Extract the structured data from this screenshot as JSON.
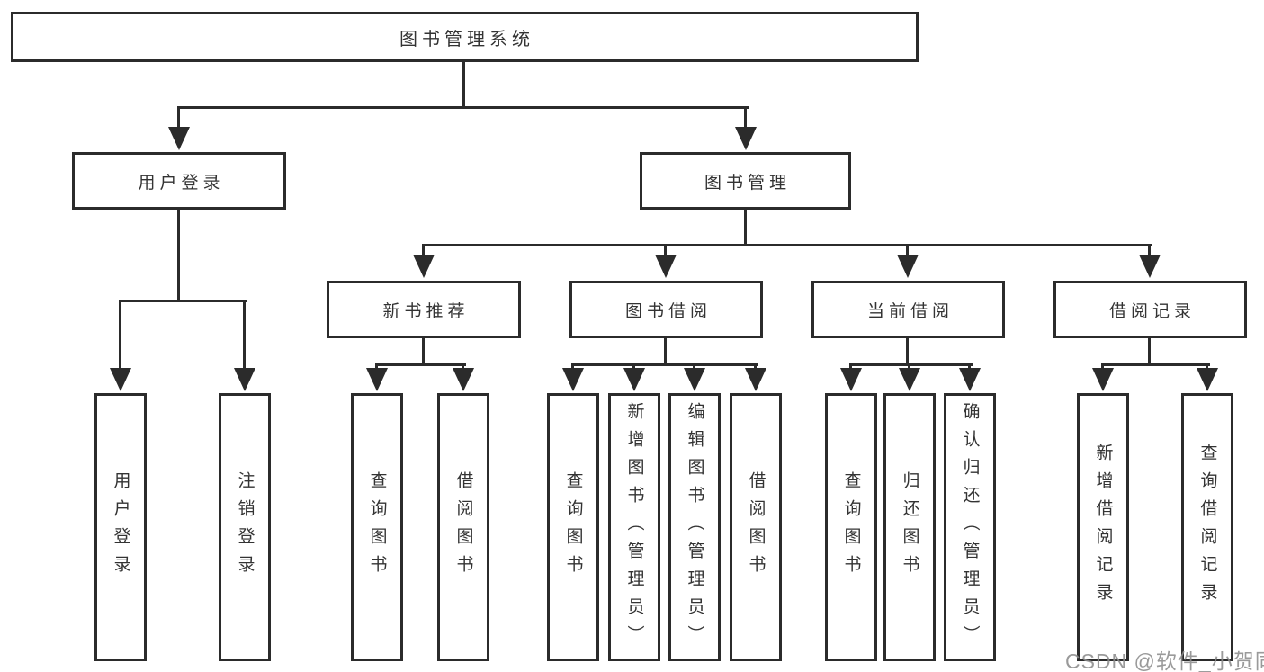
{
  "diagram": {
    "watermark": "CSDN @软件_小贺同学",
    "colors": {
      "line": "#2b2b2b",
      "box_background": "#ffffff",
      "text": "#333333",
      "watermark": "#8c8c8c"
    },
    "nodes": {
      "root": {
        "label": "图书管理系统"
      },
      "level2": [
        {
          "label": "用户登录"
        },
        {
          "label": "图书管理"
        }
      ],
      "level3": [
        {
          "label": "新书推荐"
        },
        {
          "label": "图书借阅"
        },
        {
          "label": "当前借阅"
        },
        {
          "label": "借阅记录"
        }
      ],
      "leaves": {
        "login": [
          "用户登录",
          "注销登录"
        ],
        "recommend": [
          "查询图书",
          "借阅图书"
        ],
        "borrow": [
          "查询图书",
          "新增图书（管理员）",
          "编辑图书（管理员）",
          "借阅图书"
        ],
        "current": [
          "查询图书",
          "归还图书",
          "确认归还（管理员）"
        ],
        "records": [
          "新增借阅记录",
          "查询借阅记录"
        ]
      }
    }
  }
}
